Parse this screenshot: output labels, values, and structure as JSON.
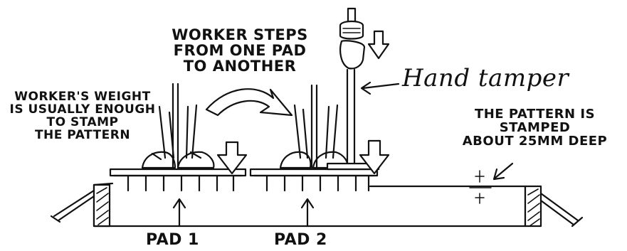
{
  "labels": {
    "worker_steps": [
      "WORKER STEPS",
      "FROM ONE PAD",
      "TO ANOTHER"
    ],
    "workers_weight": [
      "WORKER'S WEIGHT",
      "IS USUALLY ENOUGH",
      "TO STAMP",
      "THE PATTERN"
    ],
    "hand_tamper": "Hand tamper",
    "pattern_stamped": [
      "THE PATTERN IS",
      "STAMPED",
      "ABOUT 25MM DEEP"
    ],
    "pad_1": "PAD 1",
    "pad_2": "PAD 2"
  },
  "colors": {
    "ink": "#111111",
    "paper": "#ffffff"
  }
}
